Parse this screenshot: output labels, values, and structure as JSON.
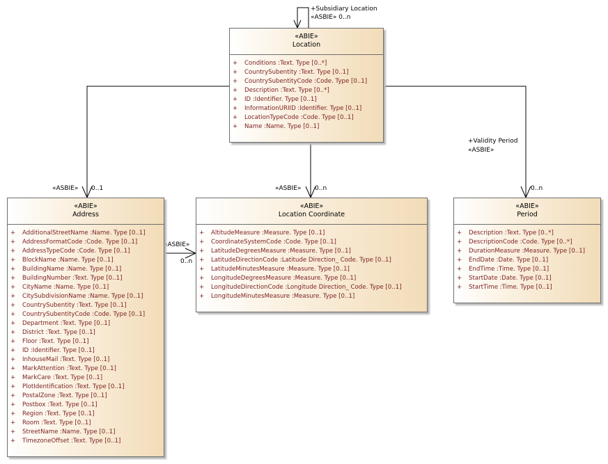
{
  "classes": {
    "location": {
      "stereotype": "«ABIE»",
      "name": "Location",
      "attributes": [
        "Conditions  :Text. Type [0..*]",
        "CountrySubentity  :Text. Type [0..1]",
        "CountrySubentityCode  :Code. Type [0..1]",
        "Description  :Text. Type [0..*]",
        "ID  :Identifier. Type [0..1]",
        "InformationURIID  :Identifier. Type [0..1]",
        "LocationTypeCode  :Code. Type [0..1]",
        "Name  :Name. Type [0..1]"
      ]
    },
    "address": {
      "stereotype": "«ABIE»",
      "name": "Address",
      "attributes": [
        "AdditionalStreetName  :Name. Type [0..1]",
        "AddressFormatCode  :Code. Type [0..1]",
        "AddressTypeCode  :Code. Type [0..1]",
        "BlockName  :Name. Type [0..1]",
        "BuildingName  :Name. Type [0..1]",
        "BuildingNumber  :Text. Type [0..1]",
        "CityName  :Name. Type [0..1]",
        "CitySubdivisionName  :Name. Type [0..1]",
        "CountrySubentity  :Text. Type [0..1]",
        "CountrySubentityCode  :Code. Type [0..1]",
        "Department  :Text. Type [0..1]",
        "District  :Text. Type [0..1]",
        "Floor  :Text. Type [0..1]",
        "ID  :Identifier. Type [0..1]",
        "InhouseMail  :Text. Type [0..1]",
        "MarkAttention  :Text. Type [0..1]",
        "MarkCare  :Text. Type [0..1]",
        "PlotIdentification  :Text. Type [0..1]",
        "PostalZone  :Text. Type [0..1]",
        "Postbox  :Text. Type [0..1]",
        "Region  :Text. Type [0..1]",
        "Room  :Text. Type [0..1]",
        "StreetName  :Name. Type [0..1]",
        "TimezoneOffset  :Text. Type [0..1]"
      ]
    },
    "coordinate": {
      "stereotype": "«ABIE»",
      "name": "Location Coordinate",
      "attributes": [
        "AltitudeMeasure  :Measure. Type [0..1]",
        "CoordinateSystemCode  :Code. Type [0..1]",
        "LatitudeDegreesMeasure  :Measure. Type [0..1]",
        "LatitudeDirectionCode  :Latitude Direction_ Code. Type [0..1]",
        "LatitudeMinutesMeasure  :Measure. Type [0..1]",
        "LongitudeDegreesMeasure  :Measure. Type [0..1]",
        "LongitudeDirectionCode  :Longitude Direction_ Code. Type [0..1]",
        "LongitudeMinutesMeasure  :Measure. Type [0..1]"
      ]
    },
    "period": {
      "stereotype": "«ABIE»",
      "name": "Period",
      "attributes": [
        "Description  :Text. Type [0..*]",
        "DescriptionCode  :Code. Type [0..*]",
        "DurationMeasure  :Measure. Type [0..1]",
        "EndDate  :Date. Type [0..1]",
        "EndTime  :Time. Type [0..1]",
        "StartDate  :Date. Type [0..1]",
        "StartTime  :Time. Type [0..1]"
      ]
    }
  },
  "visibility_marker": "+",
  "labels": {
    "self_role": "+Subsidiary Location",
    "self_mult": "«ASBIE» 0..n",
    "address_stereo": "«ASBIE»",
    "address_mult": "0..1",
    "coordinate_stereo": "«ASBIE»",
    "coordinate_mult": "0..n",
    "period_role": "+Validity Period",
    "period_stereo": "«ASBIE»",
    "period_mult": "0..n",
    "addr_coord_stereo": "«ASBIE»",
    "addr_coord_mult": "0..n"
  }
}
